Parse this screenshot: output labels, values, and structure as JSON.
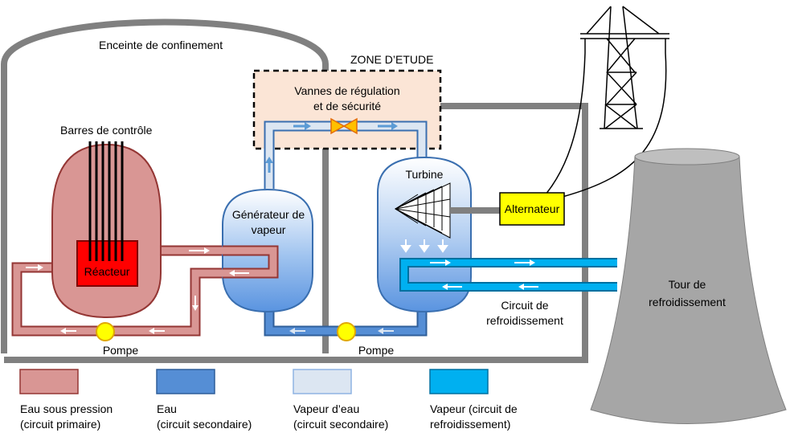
{
  "labels": {
    "containment": "Enceinte de confinement",
    "study_zone": "ZONE D’ETUDE",
    "valves_line1": "Vannes de régulation",
    "valves_line2": "et de sécurité",
    "control_rods": "Barres de contrôle",
    "reactor": "Réacteur",
    "steam_generator_line1": "Générateur de",
    "steam_generator_line2": "vapeur",
    "turbine": "Turbine",
    "alternator": "Alternateur",
    "cooling_tower_line1": "Tour de",
    "cooling_tower_line2": "refroidissement",
    "cooling_circuit_line1": "Circuit de",
    "cooling_circuit_line2": "refroidissement",
    "pump_primary": "Pompe",
    "pump_secondary": "Pompe"
  },
  "legend": [
    {
      "line1": "Eau sous pression",
      "line2": "(circuit primaire)",
      "color": "#d99694"
    },
    {
      "line1": "Eau",
      "line2": "(circuit secondaire)",
      "color": "#558ed5"
    },
    {
      "line1": "Vapeur d’eau",
      "line2": "(circuit secondaire)",
      "color": "#dce6f2"
    },
    {
      "line1": "Vapeur (circuit de",
      "line2": "refroidissement)",
      "color": "#00b0f0"
    }
  ],
  "colors": {
    "primary_water": "#d99694",
    "reactor_core": "#ff0000",
    "secondary_water": "#558ed5",
    "steam": "#dce6f2",
    "cooling": "#00b0f0",
    "zone_fill": "#fbe5d6",
    "alternator": "#ffff00",
    "pump": "#ffff00",
    "valve": "#ffc000",
    "tower": "#a6a6a6",
    "building": "#808080"
  }
}
